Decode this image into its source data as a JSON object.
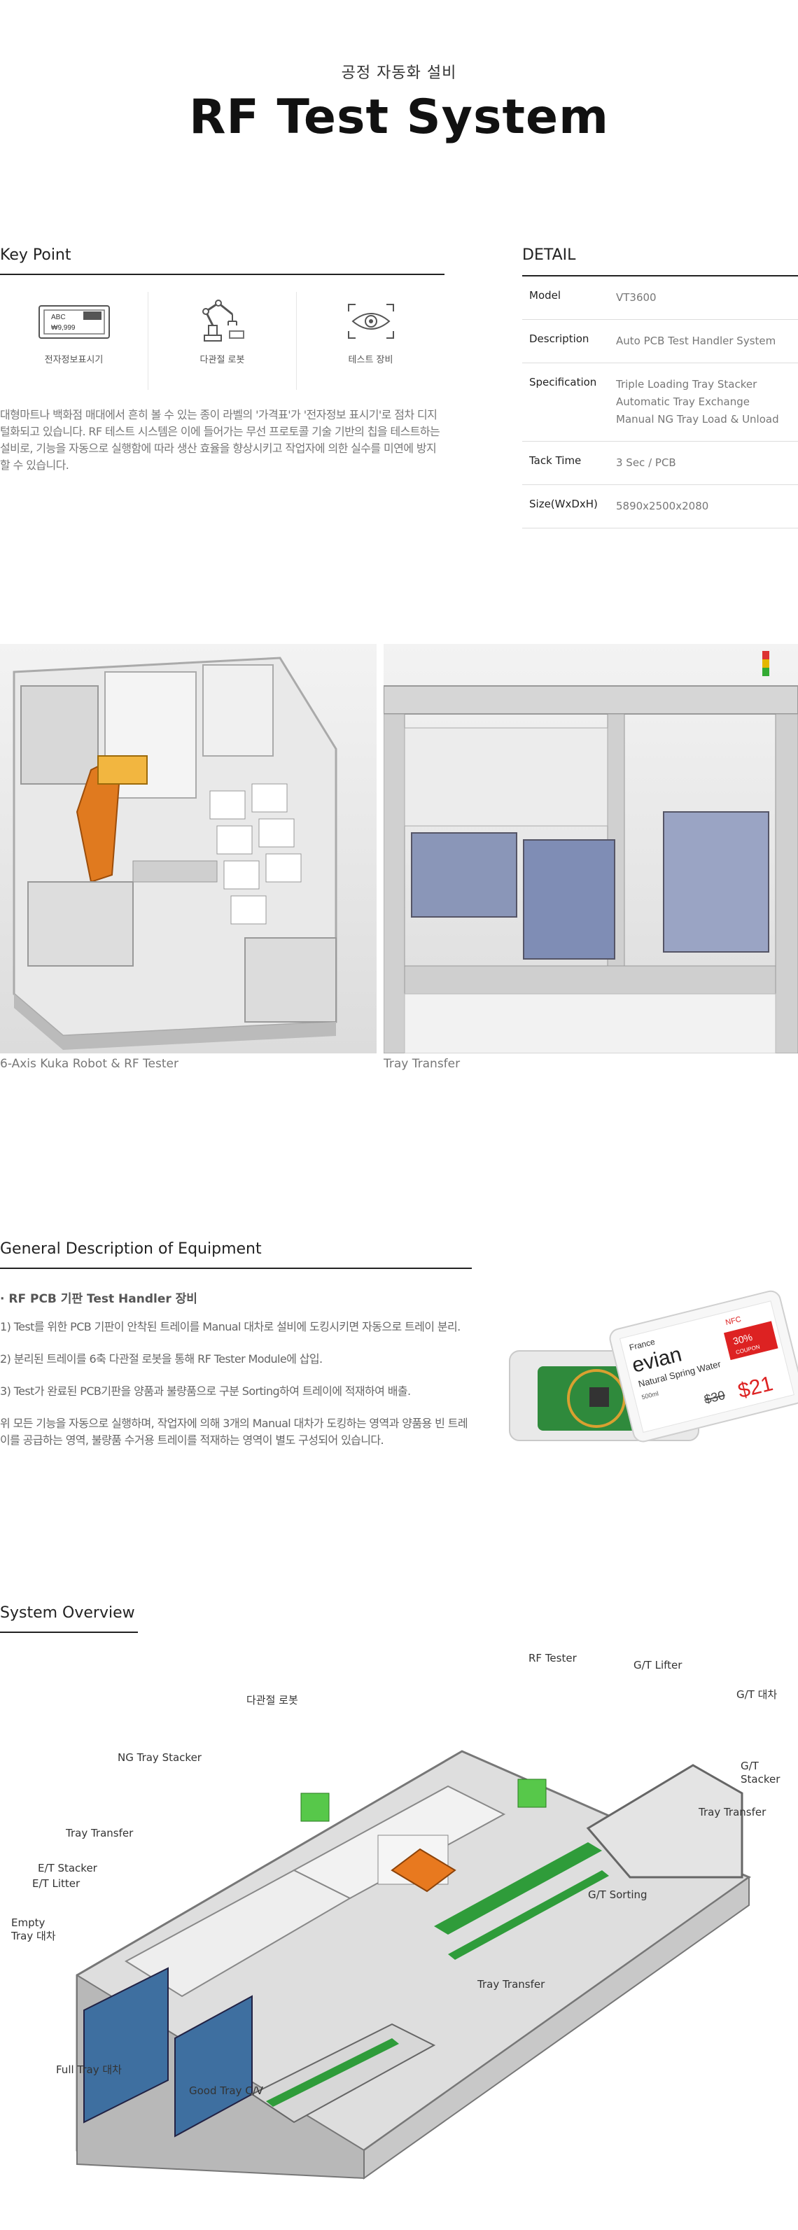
{
  "hero": {
    "subtitle": "공정 자동화 설비",
    "title": "RF Test System"
  },
  "keypoint": {
    "heading": "Key Point",
    "icons": [
      {
        "icon": "price-tag-icon",
        "label": "전자정보표시기",
        "tag_text": "ABC",
        "tag_price": "₩9,999"
      },
      {
        "icon": "robot-arm-icon",
        "label": "다관절 로봇"
      },
      {
        "icon": "eye-scan-icon",
        "label": "테스트 장비"
      }
    ],
    "description": "대형마트나 백화점 매대에서 흔히 볼 수 있는 종이 라벨의 '가격표'가 '전자정보 표시기'로 점차 디지털화되고 있습니다. RF 테스트 시스템은 이에 들어가는 무선 프로토콜 기술 기반의 칩을 테스트하는 설비로, 기능을 자동으로 실행함에 따라 생산 효율을 향상시키고 작업자에 의한 실수를 미연에 방지 할 수 있습니다."
  },
  "detail": {
    "heading": "DETAIL",
    "rows": [
      {
        "key": "Model",
        "values": [
          "VT3600"
        ]
      },
      {
        "key": "Description",
        "values": [
          "Auto PCB Test Handler System"
        ]
      },
      {
        "key": "Specification",
        "values": [
          "Triple Loading Tray Stacker",
          "Automatic Tray Exchange",
          "Manual NG Tray Load & Unload"
        ]
      },
      {
        "key": "Tack Time",
        "values": [
          "3 Sec / PCB"
        ]
      },
      {
        "key": "Size(WxDxH)",
        "values": [
          "5890x2500x2080"
        ]
      }
    ]
  },
  "photos": [
    {
      "caption": "6-Axis Kuka Robot & RF Tester"
    },
    {
      "caption": "Tray Transfer"
    }
  ],
  "general": {
    "heading": "General Description of Equipment",
    "subheading": "· RF PCB 기판 Test Handler 장비",
    "items": [
      "1) Test를 위한 PCB 기판이 안착된 트레이를 Manual 대차로 설비에 도킹시키면 자동으로 트레이 분리.",
      "2) 분리된 트레이를 6축 다관절 로봇을 통해 RF Tester Module에 삽입.",
      "3) Test가 완료된 PCB기판을 양품과 불량품으로 구분 Sorting하여 트레이에 적재하여 배출.",
      "위 모든 기능을 자동으로 실행하며, 작업자에 의해 3개의 Manual 대차가 도킹하는 영역과 양품용 빈 트레이를 공급하는 영역, 불량품 수거용 트레이를 적재하는 영역이 별도 구성되어 있습니다."
    ],
    "esl": {
      "brand": "evian",
      "origin": "France",
      "product": "Natural Spring Water",
      "volume": "500ml",
      "nfc": "NFC",
      "discount": "30%",
      "coupon": "COUPON",
      "old_price": "$30",
      "new_price": "$21"
    }
  },
  "system": {
    "heading": "System Overview",
    "labels": {
      "rf_tester": "RF Tester",
      "gt_lifter": "G/T Lifter",
      "gt_cart": "G/T 대차",
      "robot": "다관절 로봇",
      "ng_stacker": "NG Tray Stacker",
      "gt_stacker": "G/T\nStacker",
      "tray_transfer_right": "Tray Transfer",
      "tray_transfer_left": "Tray Transfer",
      "et_stacker": "E/T Stacker",
      "et_litter": "E/T Litter",
      "gt_sorting": "G/T Sorting",
      "empty_tray_cart": "Empty\nTray 대차",
      "tray_transfer_bottom": "Tray Transfer",
      "full_tray_cart": "Full Tray 대차",
      "good_tray_cv": "Good Tray C/V"
    }
  }
}
